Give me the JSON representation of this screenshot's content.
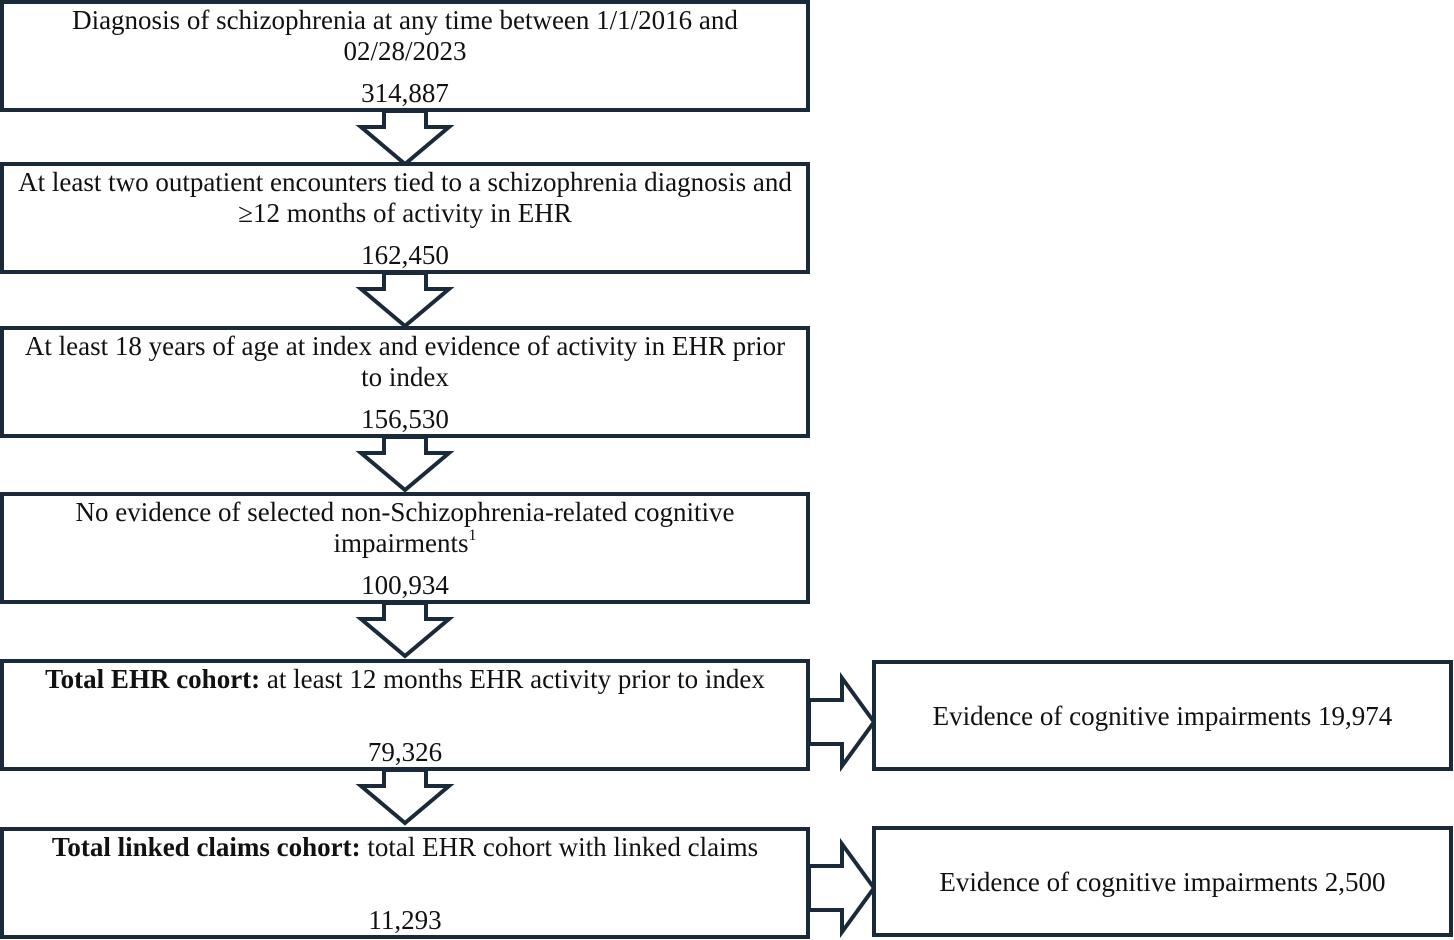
{
  "steps": [
    {
      "text": "Diagnosis of schizophrenia at any time between 1/1/2016 and 02/28/2023",
      "count": "314,887"
    },
    {
      "text": "At least two outpatient encounters tied to a schizophrenia diagnosis and ≥12 months of activity in EHR",
      "count": "162,450"
    },
    {
      "text": "At least 18 years of age at index and evidence of activity in EHR prior to index",
      "count": "156,530"
    },
    {
      "text": "No evidence of selected non-Schizophrenia-related cognitive impairments",
      "superscript": "1",
      "count": "100,934"
    },
    {
      "bold_label": "Total EHR cohort:",
      "text": " at least 12 months EHR activity prior to index",
      "count": "79,326"
    },
    {
      "bold_label": "Total linked claims cohort:",
      "text": " total EHR cohort with linked claims",
      "count": "11,293"
    }
  ],
  "side_boxes": [
    {
      "text": "Evidence of cognitive impairments 19,974"
    },
    {
      "text": "Evidence of cognitive impairments 2,500"
    }
  ],
  "colors": {
    "border": "#1b2a3a",
    "background": "#ffffff",
    "text": "#111111"
  }
}
